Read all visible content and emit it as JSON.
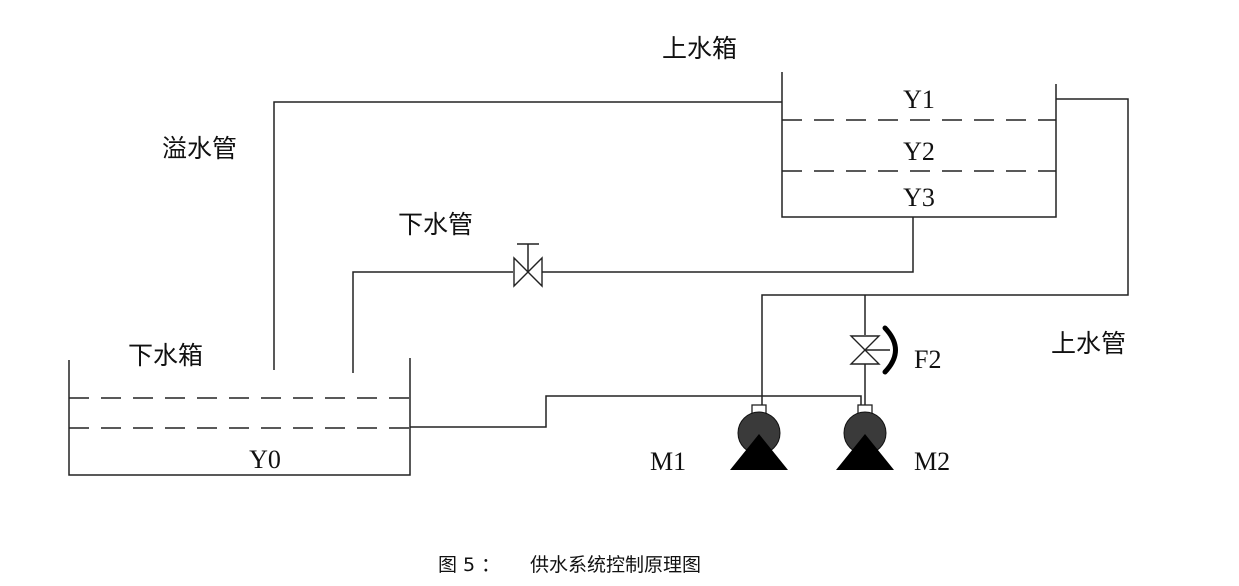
{
  "diagram": {
    "title": "供水系统控制原理图",
    "caption": {
      "figure_label": "图 5 ：",
      "text": "供水系统控制原理图"
    },
    "labels": {
      "upper_tank": "上水箱",
      "lower_tank": "下水箱",
      "overflow_pipe": "溢水管",
      "drain_pipe": "下水管",
      "supply_pipe": "上水管"
    },
    "sensors": {
      "upper_tank_levels": [
        "Y1",
        "Y2",
        "Y3"
      ],
      "lower_tank_level": "Y0"
    },
    "valves": {
      "manual_valve": "",
      "solenoid_valve": "F2"
    },
    "pumps": [
      "M1",
      "M2"
    ],
    "colors": {
      "line": "#222222",
      "pump_body": "#3a3a3a",
      "pump_base": "#000000",
      "background": "#ffffff"
    }
  }
}
